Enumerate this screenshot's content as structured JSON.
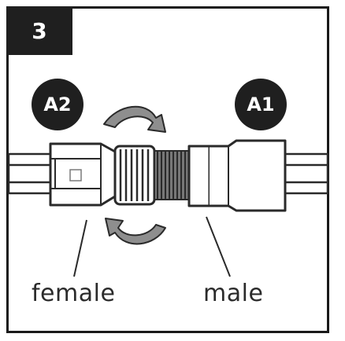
{
  "step": {
    "number": "3"
  },
  "badges": {
    "a2": "A2",
    "a1": "A1"
  },
  "labels": {
    "female": "female",
    "male": "male"
  },
  "icons": [
    "rotate-arrow-top-icon",
    "rotate-arrow-bottom-icon"
  ]
}
